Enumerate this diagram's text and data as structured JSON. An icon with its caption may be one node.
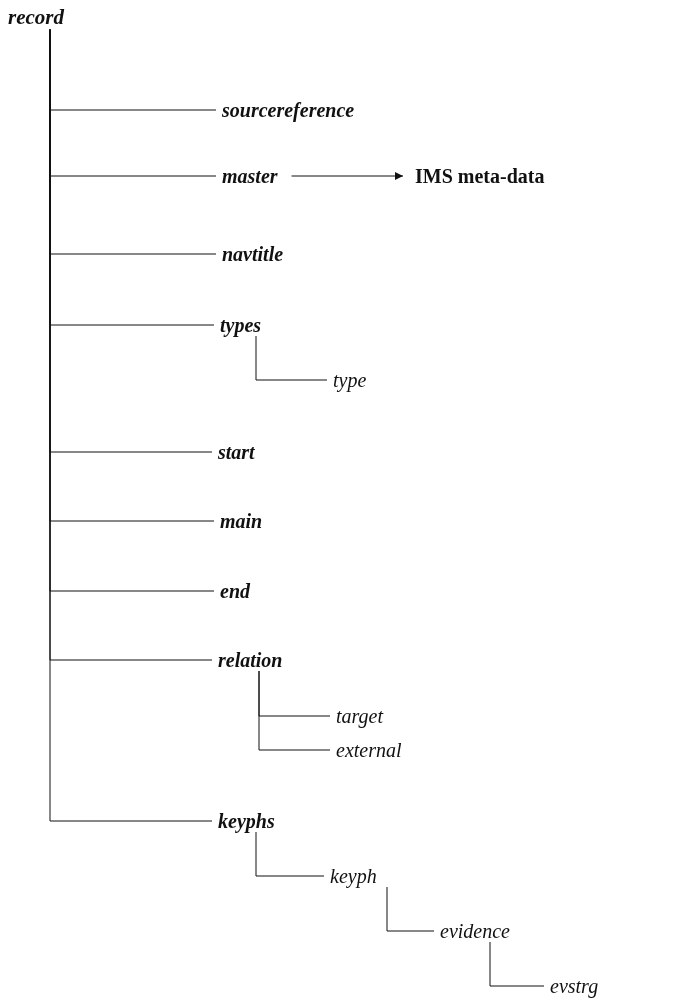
{
  "diagram": {
    "nodes": [
      {
        "text": [
          "record"
        ]
      },
      {
        "text": [
          "sourcereference"
        ]
      },
      {
        "text": [
          "master"
        ]
      },
      {
        "text": [
          "IMS meta-data"
        ]
      },
      {
        "text": [
          "navtitle"
        ]
      },
      {
        "text": [
          "types"
        ]
      },
      {
        "text": [
          "type"
        ]
      },
      {
        "text": [
          "start"
        ]
      },
      {
        "text": [
          "main"
        ]
      },
      {
        "text": [
          "end"
        ]
      },
      {
        "text": [
          "relation"
        ]
      },
      {
        "text": [
          "target"
        ]
      },
      {
        "text": [
          "external"
        ]
      },
      {
        "text": [
          "keyphs"
        ]
      },
      {
        "text": [
          "keyph"
        ]
      },
      {
        "text": [
          "evidence"
        ]
      },
      {
        "text": [
          "evstrg"
        ]
      }
    ],
    "edges": [
      {
        "from": 0,
        "to": 1,
        "arrow": "none"
      },
      {
        "from": 0,
        "to": 2,
        "arrow": "none"
      },
      {
        "from": 2,
        "to": 3,
        "arrow": "to"
      },
      {
        "from": 0,
        "to": 4,
        "arrow": "none"
      },
      {
        "from": 0,
        "to": 5,
        "arrow": "none"
      },
      {
        "from": 5,
        "to": 6,
        "arrow": "none"
      },
      {
        "from": 0,
        "to": 7,
        "arrow": "none"
      },
      {
        "from": 0,
        "to": 8,
        "arrow": "none"
      },
      {
        "from": 0,
        "to": 9,
        "arrow": "none"
      },
      {
        "from": 0,
        "to": 10,
        "arrow": "none"
      },
      {
        "from": 10,
        "to": 11,
        "arrow": "none"
      },
      {
        "from": 10,
        "to": 12,
        "arrow": "none"
      },
      {
        "from": 0,
        "to": 13,
        "arrow": "none"
      },
      {
        "from": 13,
        "to": 14,
        "arrow": "none"
      },
      {
        "from": 14,
        "to": 15,
        "arrow": "none"
      },
      {
        "from": 15,
        "to": 16,
        "arrow": "none"
      }
    ]
  }
}
